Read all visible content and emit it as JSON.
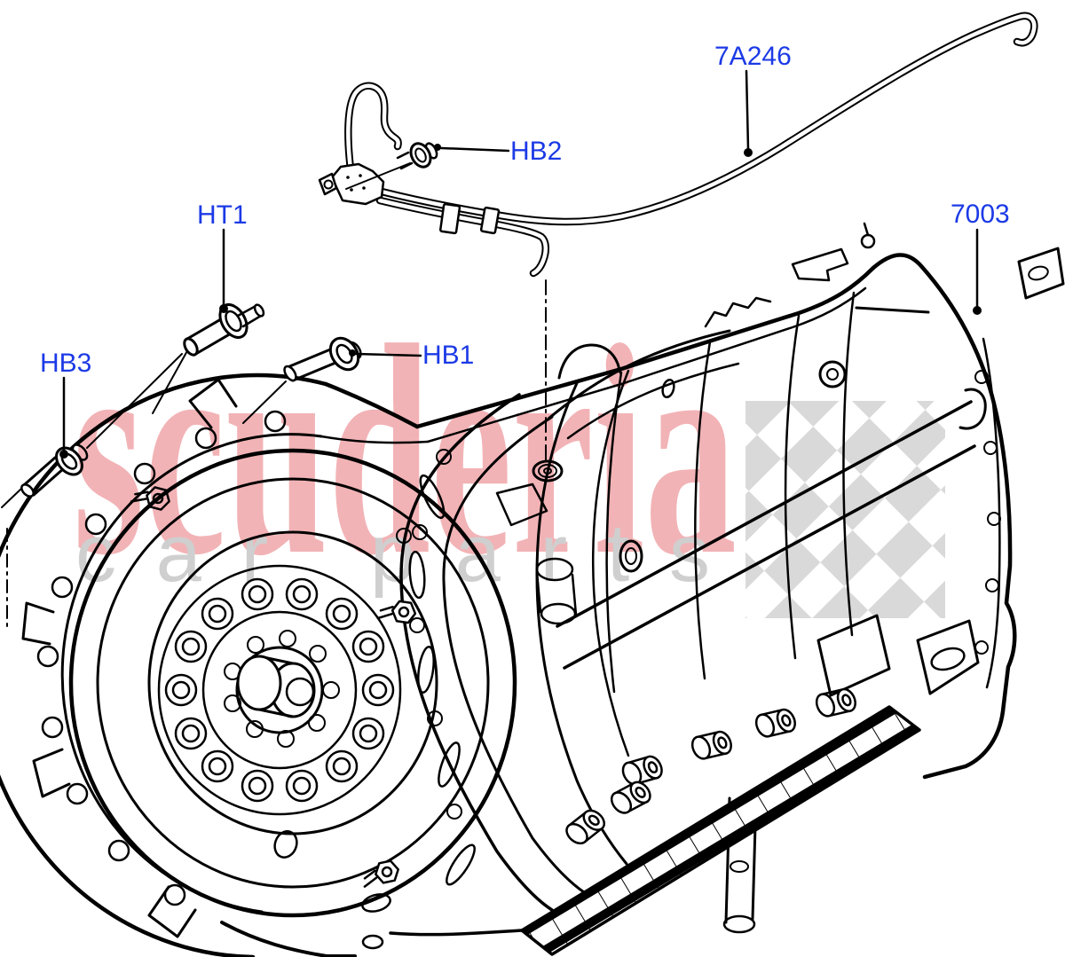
{
  "colors": {
    "label_text": "#1c3ae6",
    "line_art": "#000000",
    "background": "#ffffff",
    "watermark_brand": "#f2b3b6",
    "watermark_tagline": "#cfcfcf",
    "watermark_checker": "#d9d9d9"
  },
  "watermark": {
    "brand": "scuderia",
    "tagline": "car parts"
  },
  "labels": [
    {
      "code": "7A246"
    },
    {
      "code": "HB2"
    },
    {
      "code": "HT1"
    },
    {
      "code": "7003"
    },
    {
      "code": "HB3"
    },
    {
      "code": "HB1"
    }
  ]
}
